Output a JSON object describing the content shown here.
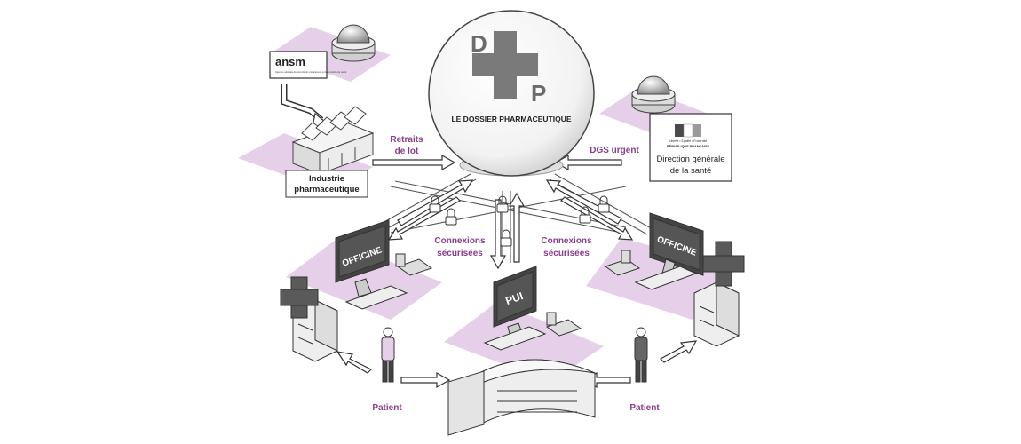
{
  "center": {
    "letter_top": "D",
    "letter_bottom": "P",
    "title": "LE DOSSIER PHARMACEUTIQUE"
  },
  "ansm": {
    "logo": "ansm",
    "caption": "Agence nationale de sécurité du médicament et des produits de santé"
  },
  "industry": {
    "line1": "Industrie",
    "line2": "pharmaceutique"
  },
  "recall_label": {
    "line1": "Retraits",
    "line2": "de lot"
  },
  "dgs_urgent": "DGS urgent",
  "dgs_panel": {
    "motto": "Liberté • Égalité • Fraternité",
    "republic": "RÉPUBLIQUE FRANÇAISE",
    "line1": "Direction générale",
    "line2": "de la santé"
  },
  "secure_left": {
    "line1": "Connexions",
    "line2": "sécurisées"
  },
  "secure_right": {
    "line1": "Connexions",
    "line2": "sécurisées"
  },
  "pharmacy_left_screen": "OFFICINE",
  "pharmacy_right_screen": "OFFICINE",
  "hospital_screen": "PUI",
  "patient_left": "Patient",
  "patient_right": "Patient",
  "colors": {
    "accent": "#8a3d8e",
    "pad": "#e6cfe8",
    "cross": "#6b6b6b"
  }
}
